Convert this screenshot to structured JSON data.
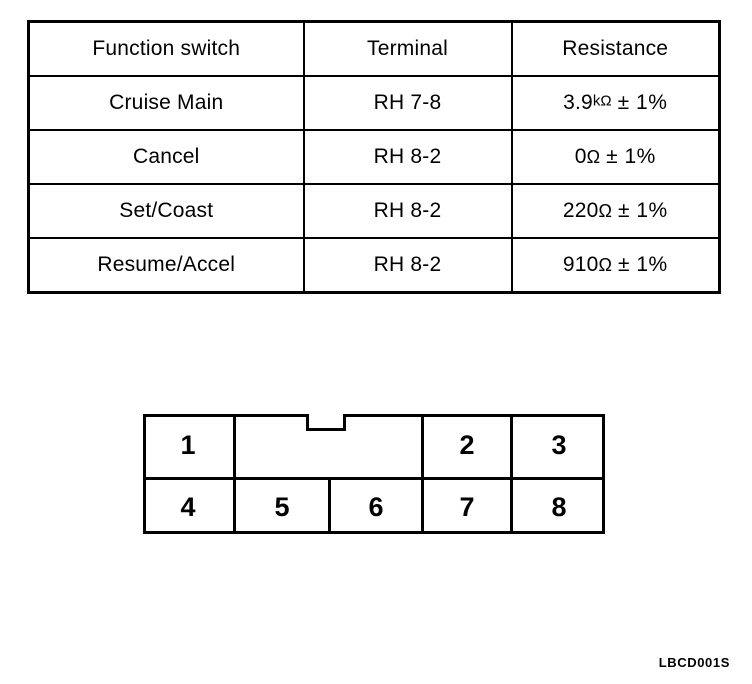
{
  "figure": {
    "code": "LBCD001S"
  },
  "spec_table": {
    "headers": [
      "Function switch",
      "Terminal",
      "Resistance"
    ],
    "rows": [
      {
        "function_switch": "Cruise Main",
        "terminal": "RH 7-8",
        "resistance": "3.9kΩ ± 1%",
        "resistance_value": "3.9",
        "resistance_unit_prefix": "k",
        "resistance_unit": "Ω",
        "resistance_tolerance": "± 1%"
      },
      {
        "function_switch": "Cancel",
        "terminal": "RH 8-2",
        "resistance": "0Ω ± 1%",
        "resistance_value": "0",
        "resistance_unit_prefix": "",
        "resistance_unit": "Ω",
        "resistance_tolerance": "± 1%"
      },
      {
        "function_switch": "Set/Coast",
        "terminal": "RH 8-2",
        "resistance": "220Ω ± 1%",
        "resistance_value": "220",
        "resistance_unit_prefix": "",
        "resistance_unit": "Ω",
        "resistance_tolerance": "± 1%"
      },
      {
        "function_switch": "Resume/Accel",
        "terminal": "RH 8-2",
        "resistance": "910Ω ± 1%",
        "resistance_value": "910",
        "resistance_unit_prefix": "",
        "resistance_unit": "Ω",
        "resistance_tolerance": "± 1%"
      }
    ]
  },
  "connector": {
    "top_row": [
      {
        "label": "1",
        "empty": false
      },
      {
        "label": "",
        "empty": true
      },
      {
        "label": "2",
        "empty": false
      },
      {
        "label": "3",
        "empty": false
      }
    ],
    "bottom_row": [
      {
        "label": "4",
        "empty": false
      },
      {
        "label": "5",
        "empty": false
      },
      {
        "label": "6",
        "empty": false
      },
      {
        "label": "7",
        "empty": false
      },
      {
        "label": "8",
        "empty": false
      }
    ]
  },
  "colors": {
    "line": "#000000",
    "background": "#ffffff"
  }
}
